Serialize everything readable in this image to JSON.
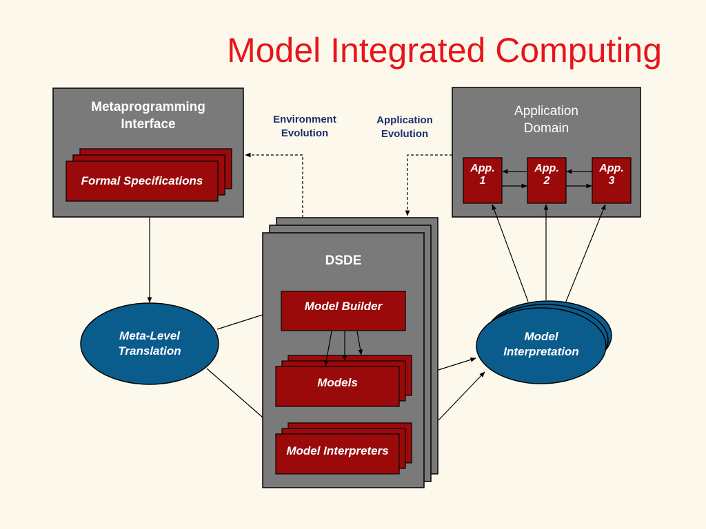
{
  "title": "Model Integrated Computing",
  "colors": {
    "title": "#e8141b",
    "background": "#fdf8ec",
    "gray_box": "#7a7a7a",
    "red_box": "#9a0a0a",
    "blue_ellipse": "#0a5c8c",
    "evolution_text": "#1a2f6e"
  },
  "metaprogramming": {
    "title": "Metaprogramming\nInterface",
    "formal_specs": "Formal Specifications"
  },
  "application_domain": {
    "title": "Application\nDomain",
    "apps": [
      "App.\n1",
      "App.\n2",
      "App.\n3"
    ]
  },
  "evolution": {
    "environment": "Environment\nEvolution",
    "application": "Application\nEvolution"
  },
  "dsde": {
    "title": "DSDE",
    "model_builder": "Model Builder",
    "models": "Models",
    "model_interpreters": "Model Interpreters"
  },
  "meta_level_translation": "Meta-Level\nTranslation",
  "model_interpretation": "Model\nInterpretation"
}
